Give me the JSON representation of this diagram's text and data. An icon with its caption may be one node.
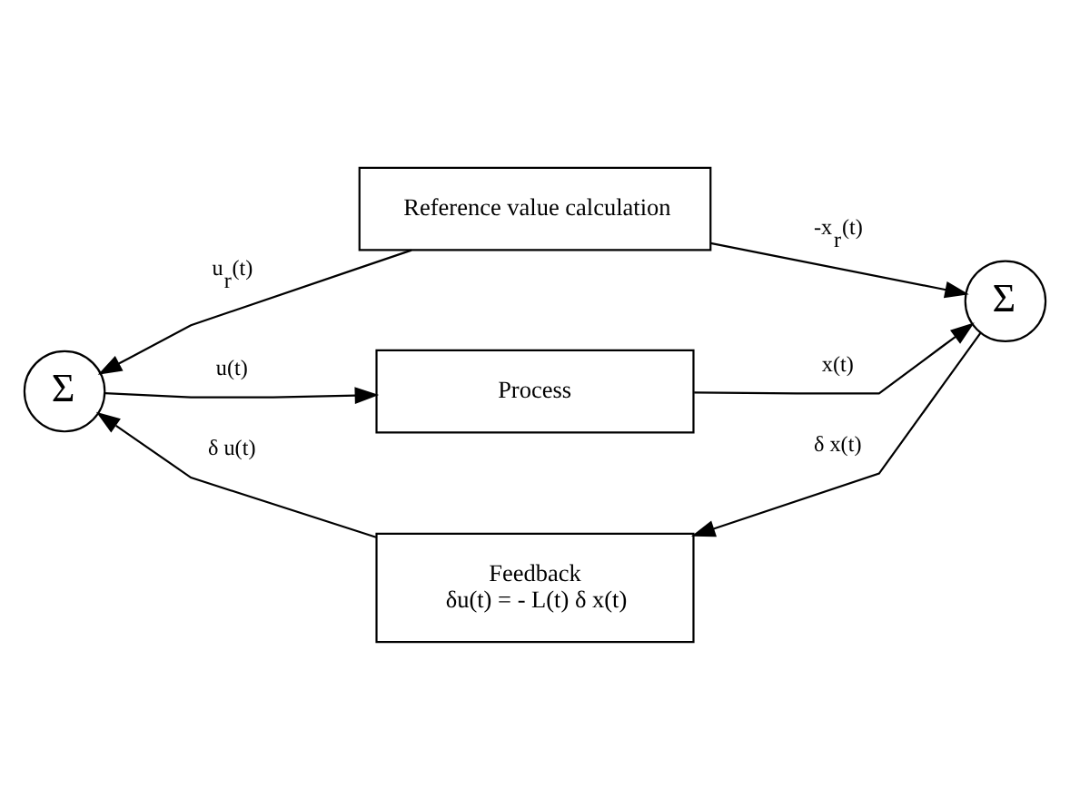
{
  "diagram": {
    "nodes": [
      {
        "text": [
          "Reference value calculation"
        ]
      },
      {
        "text": [
          "Σ"
        ]
      },
      {
        "text": [
          "Process"
        ]
      },
      {
        "text": [
          "Σ"
        ]
      },
      {
        "text": [
          "Feedback",
          "δu(t) = - L(t) δ x(t)"
        ]
      }
    ],
    "edges": [
      {
        "from": 0,
        "to": 1,
        "arrow": "to",
        "label": "u$_{r}$(t)"
      },
      {
        "from": 0,
        "to": 3,
        "arrow": "to",
        "label": "-x$_{r}$(t)"
      },
      {
        "from": 1,
        "to": 2,
        "arrow": "to",
        "label": "u(t)"
      },
      {
        "from": 2,
        "to": 3,
        "arrow": "to",
        "label": "x(t)"
      },
      {
        "from": 3,
        "to": 4,
        "arrow": "to",
        "label": "δ x(t)"
      },
      {
        "from": 4,
        "to": 1,
        "arrow": "to",
        "label": "δ u(t)"
      }
    ]
  }
}
